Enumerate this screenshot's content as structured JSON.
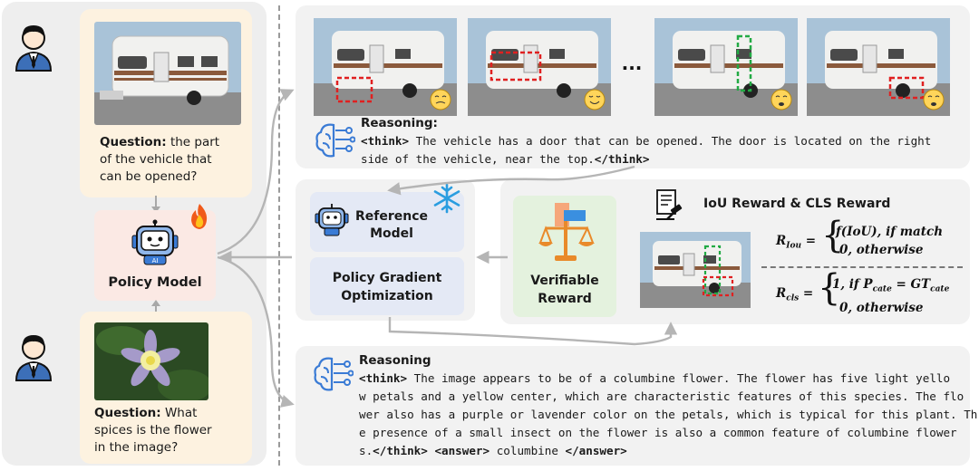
{
  "left": {
    "question1": {
      "label": "Question:",
      "lines": [
        "the part",
        "of the vehicle that",
        "can be opened?"
      ]
    },
    "policy_model": {
      "label": "Policy Model"
    },
    "question2": {
      "label": "Question:",
      "lines": [
        "What",
        "spices is the flower",
        "in the image?"
      ]
    }
  },
  "top_panel": {
    "ellipsis": "...",
    "reasoning_title": "Reasoning:",
    "think_open": "<think>",
    "text_line1": " The vehicle has a door that can be opened. The door is located on the right",
    "text_line2": "side of the vehicle, near the top.",
    "think_close": "</think>"
  },
  "middle_panel": {
    "reference_model": [
      "Reference",
      "Model"
    ],
    "policy_gradient": [
      "Policy Gradient",
      "Optimization"
    ],
    "verifiable_reward": [
      "Verifiable",
      "Reward"
    ],
    "reward_title": "IoU Reward & CLS Reward",
    "iou_formula": {
      "lhs": "R",
      "lhs_sub": "Iou",
      "case1": "f(IoU), if match",
      "case2": "0, otherwise"
    },
    "cls_formula": {
      "lhs": "R",
      "lhs_sub": "cls",
      "case1_a": "1, if P",
      "case1_sub_a": "cate",
      "case1_b": " = GT",
      "case1_sub_b": "cate",
      "case2": "0, otherwise"
    }
  },
  "bottom_panel": {
    "reasoning_title": "Reasoning",
    "lines": [
      [
        [
          "b",
          "<think>"
        ],
        [
          "t",
          " The image appears to be of a columbine flower. The flower has five light yello"
        ]
      ],
      [
        [
          "t",
          "w petals and a yellow center, which are characteristic features of this species. The flo"
        ]
      ],
      [
        [
          "t",
          "wer also has a purple or lavender color on the petals, which is typical for this plant. Th"
        ]
      ],
      [
        [
          "t",
          "e presence of a small insect on the flower is also a common feature of columbine flower"
        ]
      ],
      [
        [
          "t",
          "s."
        ],
        [
          "b",
          "</think>"
        ],
        [
          "t",
          " "
        ],
        [
          "b",
          "<answer>"
        ],
        [
          "t",
          " columbine "
        ],
        [
          "b",
          "</answer>"
        ]
      ]
    ]
  },
  "colors": {
    "question_card": "#fdf2e0",
    "policy_box": "#fbe9e4",
    "panel_bg": "#f2f2f2",
    "model_box": "#e4e9f5",
    "reward_box": "#e4f2de",
    "bbox_red": "#e02020",
    "bbox_green": "#22aa44",
    "arrow_gray": "#b5b5b5"
  }
}
